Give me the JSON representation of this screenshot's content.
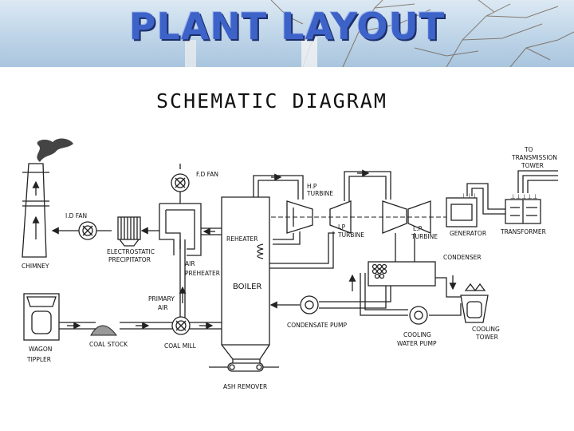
{
  "slide_title": "PLANT LAYOUT",
  "diagram_heading": "SCHEMATIC DIAGRAM",
  "labels": {
    "chimney": "CHIMNEY",
    "id_fan": "I.D FAN",
    "fd_fan": "F.D FAN",
    "electrostatic": "ELECTROSTATIC",
    "precipitator": "PRECIPITATOR",
    "air": "AIR",
    "preheater": "PREHEATER",
    "reheater": "REHEATER",
    "boiler": "BOILER",
    "hp": "H.P",
    "hp_turbine": "TURBINE",
    "ip": "I.P",
    "ip_turbine": "TURBINE",
    "lp": "L.P",
    "lp_turbine": "TURBINE",
    "generator": "GENERATOR",
    "transformer": "TRANSFORMER",
    "to": "TO",
    "transmission": "TRANSMISSION",
    "tower": "TOWER",
    "condenser": "CONDENSER",
    "primary": "PRIMARY",
    "primary_air": "AIR",
    "wagon": "WAGON",
    "tippler": "TIPPLER",
    "coal_stock": "COAL STOCK",
    "coal_mill": "COAL MILL",
    "condensate_pump": "CONDENSATE PUMP",
    "cooling": "COOLING",
    "water_pump": "WATER PUMP",
    "cooling_t": "COOLING",
    "cooling_tower": "TOWER",
    "ash_remover": "ASH REMOVER"
  }
}
